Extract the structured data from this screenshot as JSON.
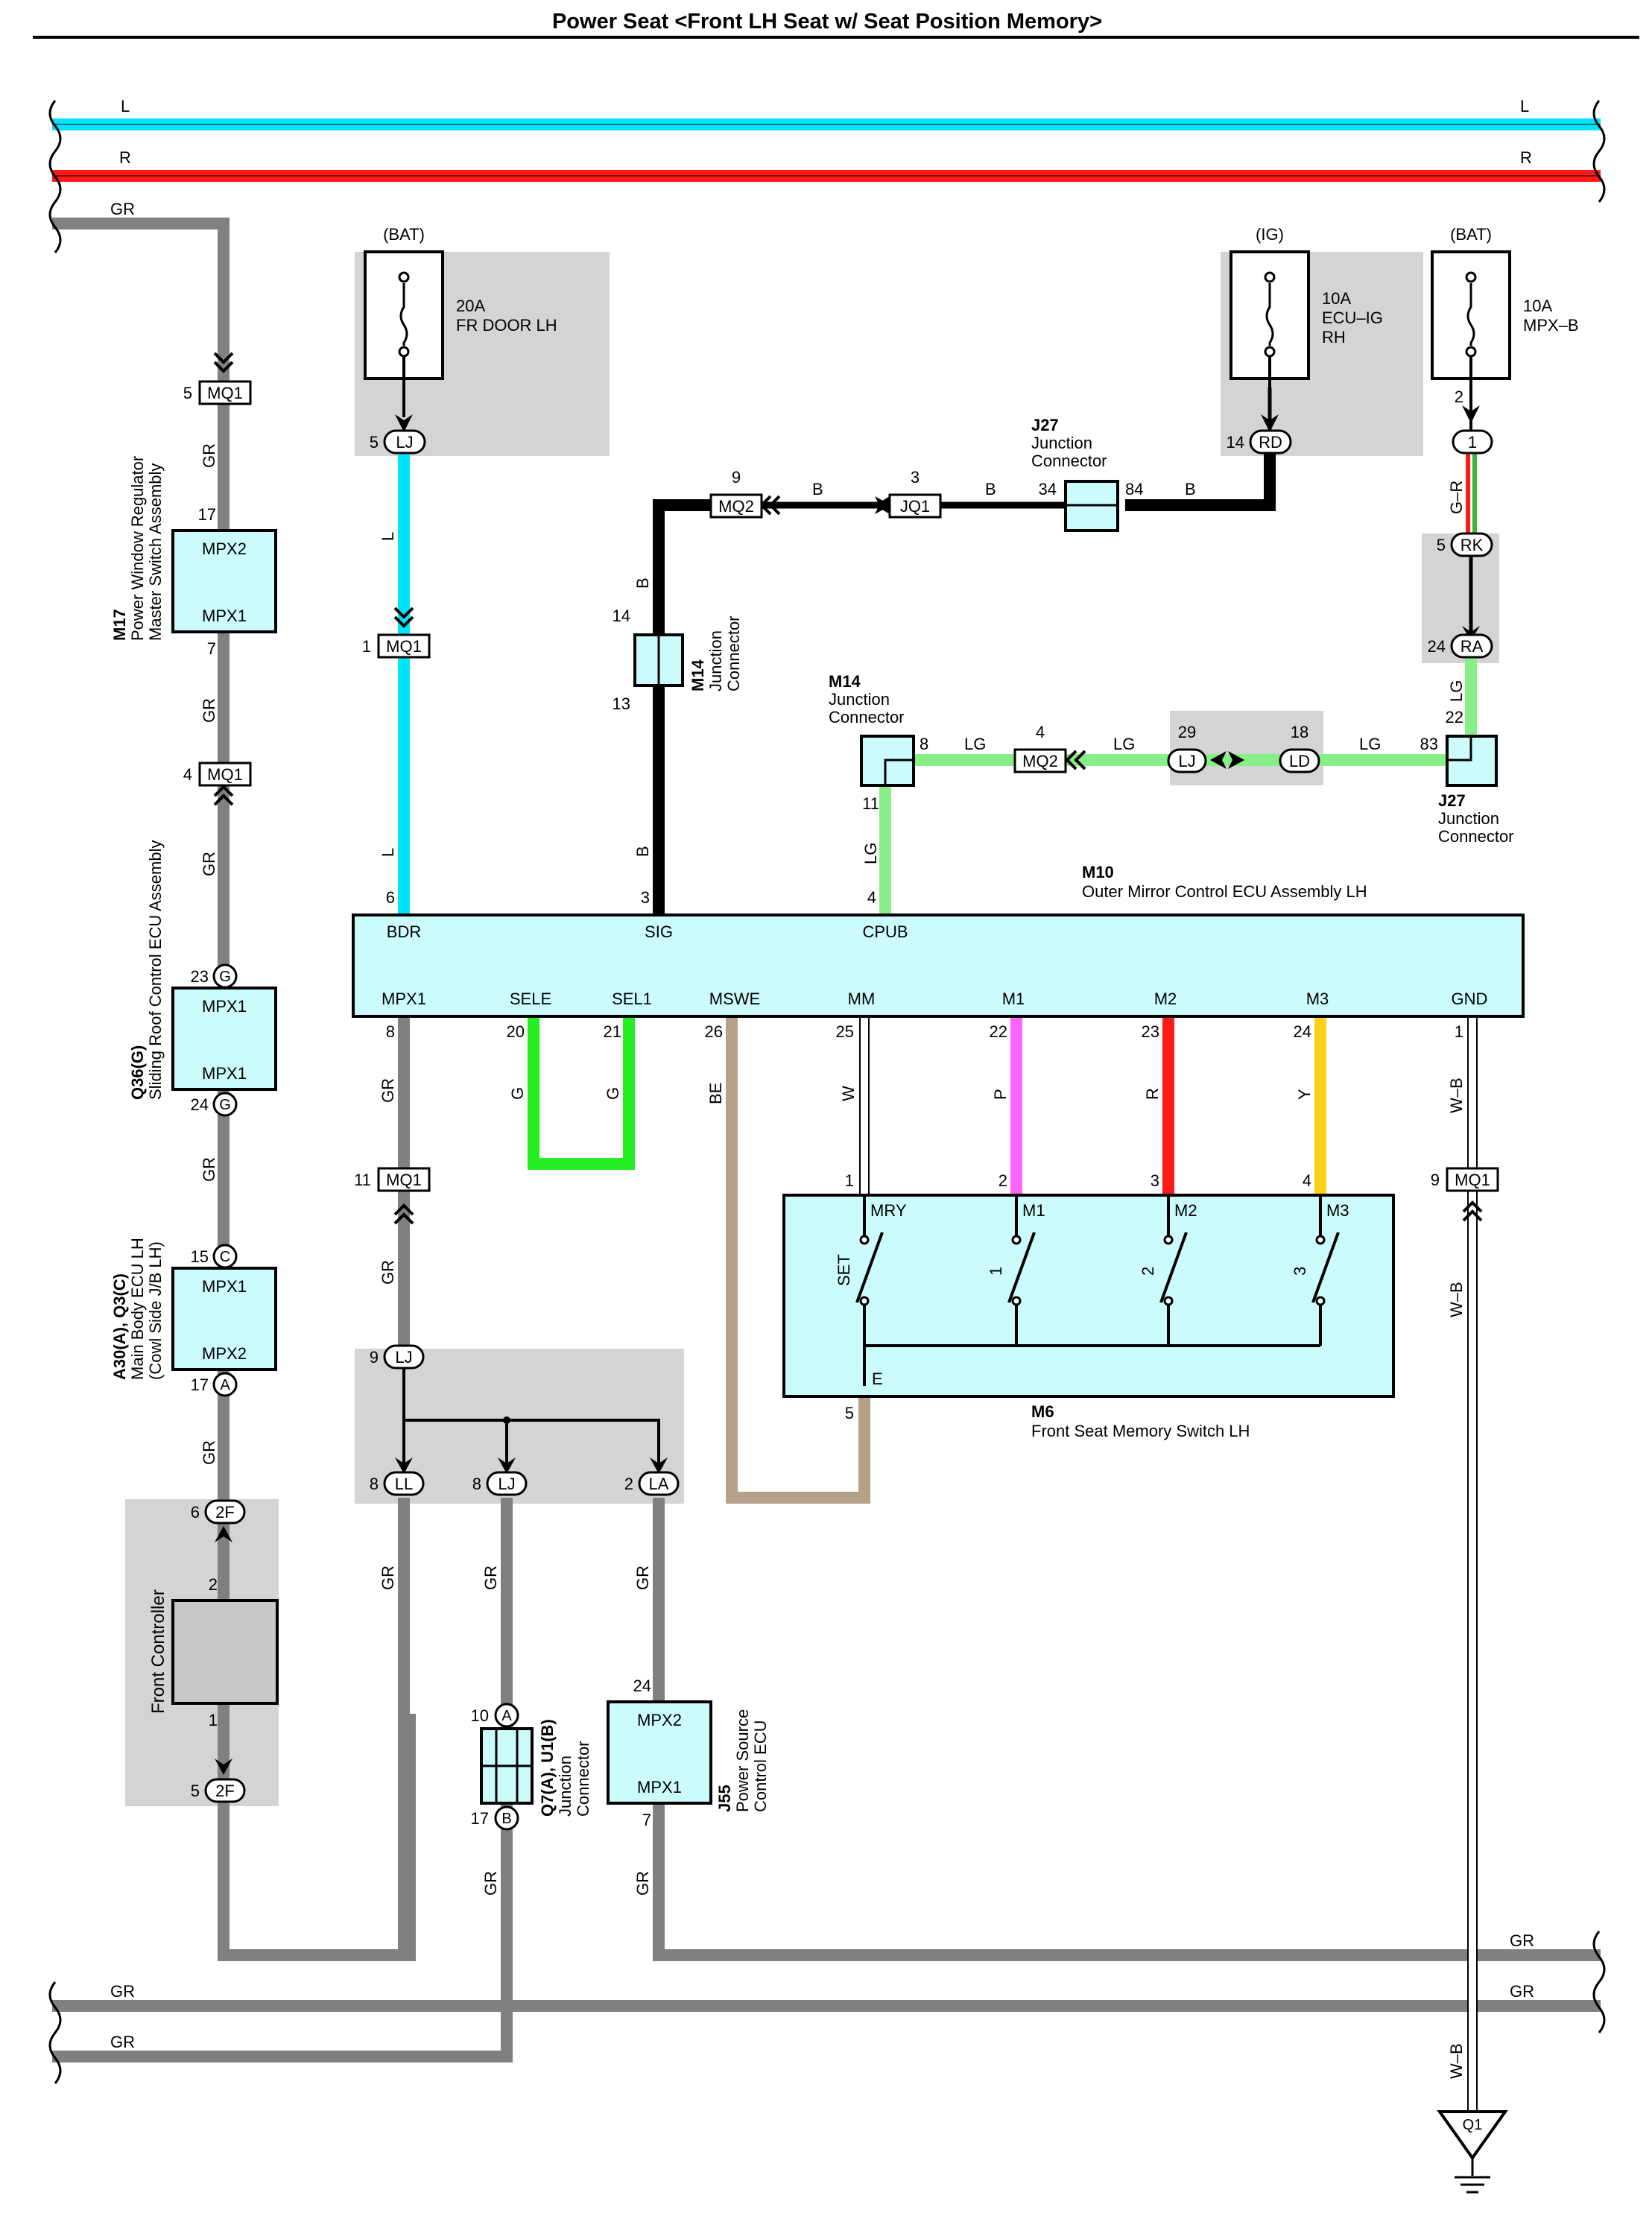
{
  "title": "Power Seat <Front LH Seat w/ Seat Position Memory>",
  "colors": {
    "L": "#00e5ff",
    "R": "#ff1a1a",
    "GR": "#808080",
    "B": "#000000",
    "LG": "#88ee88",
    "G": "#22ee22",
    "BE": "#b5a089",
    "W": "#ffffff",
    "P": "#ff66ff",
    "Y": "#ffd21a",
    "GR_R": "#3cb63c",
    "component_fill": "#cbfbfb",
    "shaded_area": "#d4d4d4"
  },
  "buses": {
    "L": "L",
    "R": "R",
    "GR": "GR"
  },
  "fuses": [
    {
      "source": "(BAT)",
      "amp": "20A",
      "name": "FR DOOR LH",
      "pin": "5",
      "connector": "LJ"
    },
    {
      "source": "(IG)",
      "amp": "10A",
      "name_lines": [
        "ECU–IG",
        "RH"
      ],
      "pin": "14",
      "connector": "RD"
    },
    {
      "source": "(BAT)",
      "amp": "10A",
      "name": "MPX–B",
      "pin": "2",
      "connector": "1"
    }
  ],
  "components": {
    "M17": {
      "id": "M17",
      "lines": [
        "Power Window Regulator",
        "Master Switch Assembly"
      ],
      "pins": [
        "MPX2",
        "MPX1"
      ],
      "pin_numbers": [
        "17",
        "7"
      ]
    },
    "Q36": {
      "id": "Q36(G)",
      "lines": [
        "Sliding Roof Control ECU Assembly"
      ],
      "pins": [
        "MPX1",
        "MPX1"
      ],
      "pin_numbers": [
        "23",
        "24"
      ],
      "connector": "G"
    },
    "A30": {
      "id": "A30(A), Q3(C)",
      "lines": [
        "Main Body ECU LH",
        "(Cowl Side J/B LH)"
      ],
      "pins": [
        "MPX1",
        "MPX2"
      ],
      "pin_numbers": [
        "15",
        "17"
      ],
      "connectors": [
        "C",
        "A"
      ]
    },
    "front_controller": {
      "label": "Front Controller",
      "pin_numbers": [
        "2",
        "1"
      ]
    },
    "M14_vert": {
      "id": "M14",
      "lines": [
        "Junction",
        "Connector"
      ],
      "pin_numbers": [
        "14",
        "13"
      ]
    },
    "M14_side": {
      "id": "M14",
      "lines": [
        "Junction",
        "Connector"
      ],
      "pin_numbers": [
        "8",
        "11"
      ]
    },
    "J27_top": {
      "id": "J27",
      "lines": [
        "Junction",
        "Connector"
      ],
      "pin_numbers": [
        "34",
        "84"
      ]
    },
    "J27_side": {
      "id": "J27",
      "lines": [
        "Junction",
        "Connector"
      ],
      "pin_numbers": [
        "22",
        "83"
      ]
    },
    "M10": {
      "id": "M10",
      "name": "Outer Mirror Control ECU Assembly LH",
      "top_pins": [
        {
          "num": "6",
          "name": "BDR"
        },
        {
          "num": "3",
          "name": "SIG"
        },
        {
          "num": "4",
          "name": "CPUB"
        }
      ],
      "bottom_pins": [
        {
          "num": "8",
          "name": "MPX1"
        },
        {
          "num": "20",
          "name": "SELE"
        },
        {
          "num": "21",
          "name": "SEL1"
        },
        {
          "num": "26",
          "name": "MSWE"
        },
        {
          "num": "25",
          "name": "MM"
        },
        {
          "num": "22",
          "name": "M1"
        },
        {
          "num": "23",
          "name": "M2"
        },
        {
          "num": "24",
          "name": "M3"
        },
        {
          "num": "1",
          "name": "GND"
        }
      ]
    },
    "M6": {
      "id": "M6",
      "name": "Front Seat Memory Switch LH",
      "pins": [
        {
          "num": "1",
          "name": "MRY",
          "switch": "SET"
        },
        {
          "num": "2",
          "name": "M1",
          "switch": "1"
        },
        {
          "num": "3",
          "name": "M2",
          "switch": "2"
        },
        {
          "num": "4",
          "name": "M3",
          "switch": "3"
        }
      ],
      "common": {
        "num": "5",
        "name": "E"
      }
    },
    "Q7": {
      "id": "Q7(A), U1(B)",
      "lines": [
        "Junction",
        "Connector"
      ],
      "pin_numbers": [
        "10",
        "17"
      ],
      "connectors": [
        "A",
        "B"
      ]
    },
    "J55": {
      "id": "J55",
      "lines": [
        "Power Source",
        "Control ECU"
      ],
      "pins": [
        "MPX2",
        "MPX1"
      ],
      "pin_numbers": [
        "24",
        "7"
      ]
    }
  },
  "connectors": {
    "MQ1_5": {
      "pin": "5",
      "name": "MQ1"
    },
    "MQ1_4": {
      "pin": "4",
      "name": "MQ1"
    },
    "MQ1_1": {
      "pin": "1",
      "name": "MQ1"
    },
    "MQ1_11": {
      "pin": "11",
      "name": "MQ1"
    },
    "MQ1_9": {
      "pin": "9",
      "name": "MQ1"
    },
    "MQ2_9": {
      "pin": "9",
      "name": "MQ2"
    },
    "JQ1_3": {
      "pin": "3",
      "name": "JQ1"
    },
    "MQ2_4": {
      "pin": "4",
      "name": "MQ2"
    },
    "LJ_29": {
      "pin": "29",
      "name": "LJ"
    },
    "LD_18": {
      "pin": "18",
      "name": "LD"
    },
    "RK_5": {
      "pin": "5",
      "name": "RK"
    },
    "RA_24": {
      "pin": "24",
      "name": "RA"
    },
    "LJ_9": {
      "pin": "9",
      "name": "LJ"
    },
    "LL_8": {
      "pin": "8",
      "name": "LL"
    },
    "LJ_8": {
      "pin": "8",
      "name": "LJ"
    },
    "LA_2": {
      "pin": "2",
      "name": "LA"
    },
    "2F_6": {
      "pin": "6",
      "name": "2F"
    },
    "2F_5": {
      "pin": "5",
      "name": "2F"
    },
    "ground": {
      "name": "Q1"
    }
  },
  "wire_labels": {
    "GR": "GR",
    "L": "L",
    "B": "B",
    "LG": "LG",
    "G_R": "G–R",
    "G": "G",
    "BE": "BE",
    "W": "W",
    "P": "P",
    "R": "R",
    "Y": "Y",
    "W_B": "W–B"
  }
}
